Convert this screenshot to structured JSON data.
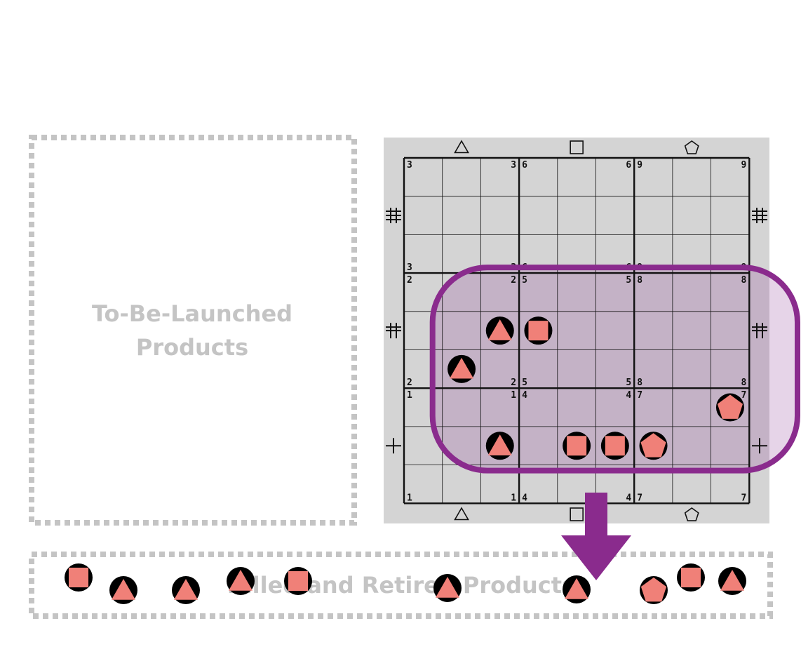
{
  "zones": {
    "to_be_launched": {
      "lines": [
        "To-Be-Launched",
        "Products"
      ]
    },
    "killed_retired": {
      "label": "Killed and Retired Products"
    }
  },
  "colors": {
    "token_fill": "#f08078",
    "token_ring": "#000000",
    "highlight": "#8a2b8d",
    "board_bg": "#d4d4d4",
    "zone_border": "#c4c4c4"
  },
  "board": {
    "column_group_shapes": [
      "triangle",
      "square",
      "pentagon"
    ],
    "row_group_marks": [
      "triple-bar-cross",
      "double-bar-cross",
      "single-bar-cross"
    ],
    "corner_numbers": [
      [
        "3",
        "6",
        "9"
      ],
      [
        "2",
        "5",
        "8"
      ],
      [
        "1",
        "4",
        "7"
      ]
    ],
    "highlight_rows": [
      3,
      7
    ],
    "highlight_cols": [
      1,
      9
    ]
  },
  "board_tokens": [
    {
      "shape": "triangle",
      "row": 4,
      "col": 2
    },
    {
      "shape": "square",
      "row": 4,
      "col": 3
    },
    {
      "shape": "triangle",
      "row": 5,
      "col": 1
    },
    {
      "shape": "pentagon",
      "row": 6,
      "col": 8
    },
    {
      "shape": "triangle",
      "row": 7,
      "col": 2
    },
    {
      "shape": "square",
      "row": 7,
      "col": 4
    },
    {
      "shape": "square",
      "row": 7,
      "col": 5
    },
    {
      "shape": "pentagon",
      "row": 7,
      "col": 6
    }
  ],
  "retired_tokens": [
    "square",
    "triangle",
    "triangle",
    "triangle",
    "square",
    "triangle",
    "triangle",
    "pentagon",
    "square",
    "triangle"
  ]
}
